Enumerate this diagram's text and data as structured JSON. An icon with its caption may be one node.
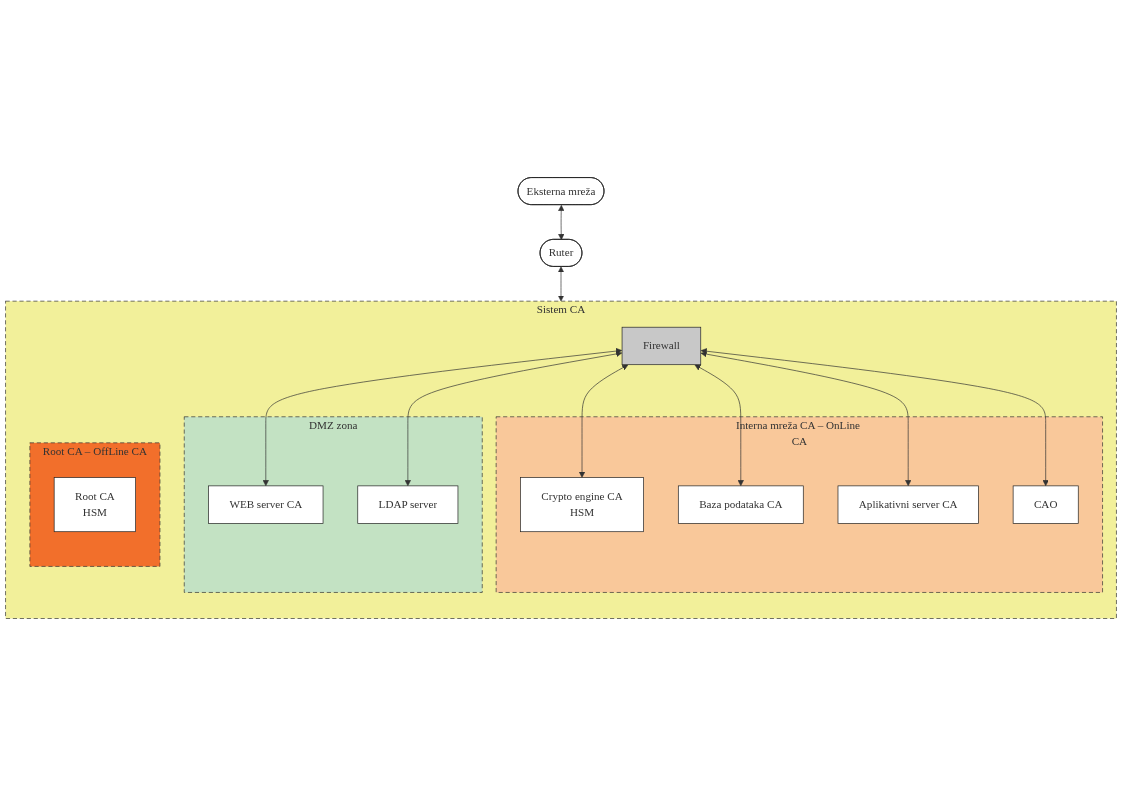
{
  "diagram": {
    "nodes": [
      {
        "text": [
          "Eksterna mreža"
        ]
      },
      {
        "text": [
          "Ruter"
        ]
      },
      {
        "text": [
          "Sistem CA"
        ]
      },
      {
        "text": [
          "Firewall"
        ],
        "in": 2
      },
      {
        "text": [
          "DMZ zona"
        ],
        "in": 2
      },
      {
        "text": [
          "WEB server CA"
        ],
        "in": 4
      },
      {
        "text": [
          "LDAP server"
        ],
        "in": 4
      },
      {
        "text": [
          "Interna mreža CA – OnLine CA"
        ],
        "in": 2
      },
      {
        "text": [
          "Crypto engine CA",
          "HSM"
        ],
        "in": 7
      },
      {
        "text": [
          "Baza podataka CA"
        ],
        "in": 7
      },
      {
        "text": [
          "Aplikativni server CA"
        ],
        "in": 7
      },
      {
        "text": [
          "CAO"
        ],
        "in": 7
      },
      {
        "text": [
          "Root CA – OffLine CA"
        ],
        "in": 2
      },
      {
        "text": [
          "Root CA",
          "HSM"
        ],
        "in": 12
      }
    ],
    "edges": [
      {
        "from": 0,
        "to": 1,
        "arrow": "both"
      },
      {
        "from": 1,
        "to": 2,
        "arrow": "both"
      },
      {
        "from": 3,
        "to": 5,
        "arrow": "both"
      },
      {
        "from": 3,
        "to": 6,
        "arrow": "both"
      },
      {
        "from": 3,
        "to": 8,
        "arrow": "both"
      },
      {
        "from": 3,
        "to": 9,
        "arrow": "both"
      },
      {
        "from": 3,
        "to": 10,
        "arrow": "both"
      },
      {
        "from": 3,
        "to": 11,
        "arrow": "both"
      }
    ]
  }
}
